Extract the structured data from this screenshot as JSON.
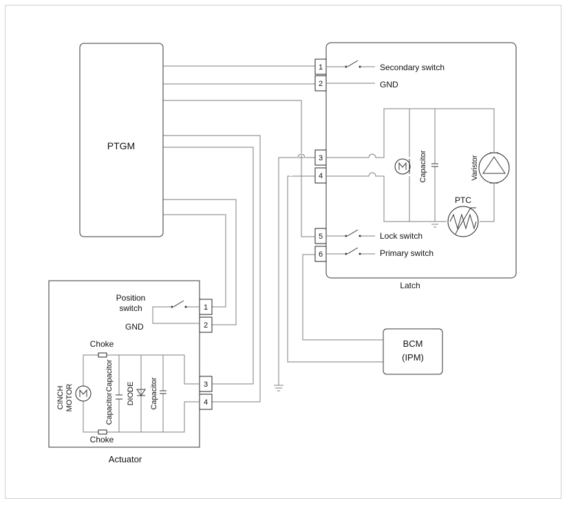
{
  "components": {
    "ptgm": "PTGM",
    "latch": "Latch",
    "actuator": "Actuator",
    "bcm_line1": "BCM",
    "bcm_line2": "(IPM)"
  },
  "latch_pins": [
    "1",
    "2",
    "3",
    "4",
    "5",
    "6"
  ],
  "latch_labels": {
    "secondary_switch": "Secondary switch",
    "gnd": "GND",
    "lock_switch": "Lock switch",
    "primary_switch": "Primary switch",
    "capacitor": "Capacitor",
    "varistor": "Varistor",
    "ptc": "PTC"
  },
  "actuator_pins": [
    "1",
    "2",
    "3",
    "4"
  ],
  "actuator_labels": {
    "position_switch_line1": "Position",
    "position_switch_line2": "switch",
    "gnd": "GND",
    "choke_top": "Choke",
    "choke_bottom": "Choke",
    "cinch_motor_line1": "CINCH",
    "cinch_motor_line2": "MOTOR",
    "capacitor_left": "Capacitor",
    "capacitor_middle": "Capacitor",
    "diode": "DIODE",
    "capacitor_right": "Capacitor"
  }
}
